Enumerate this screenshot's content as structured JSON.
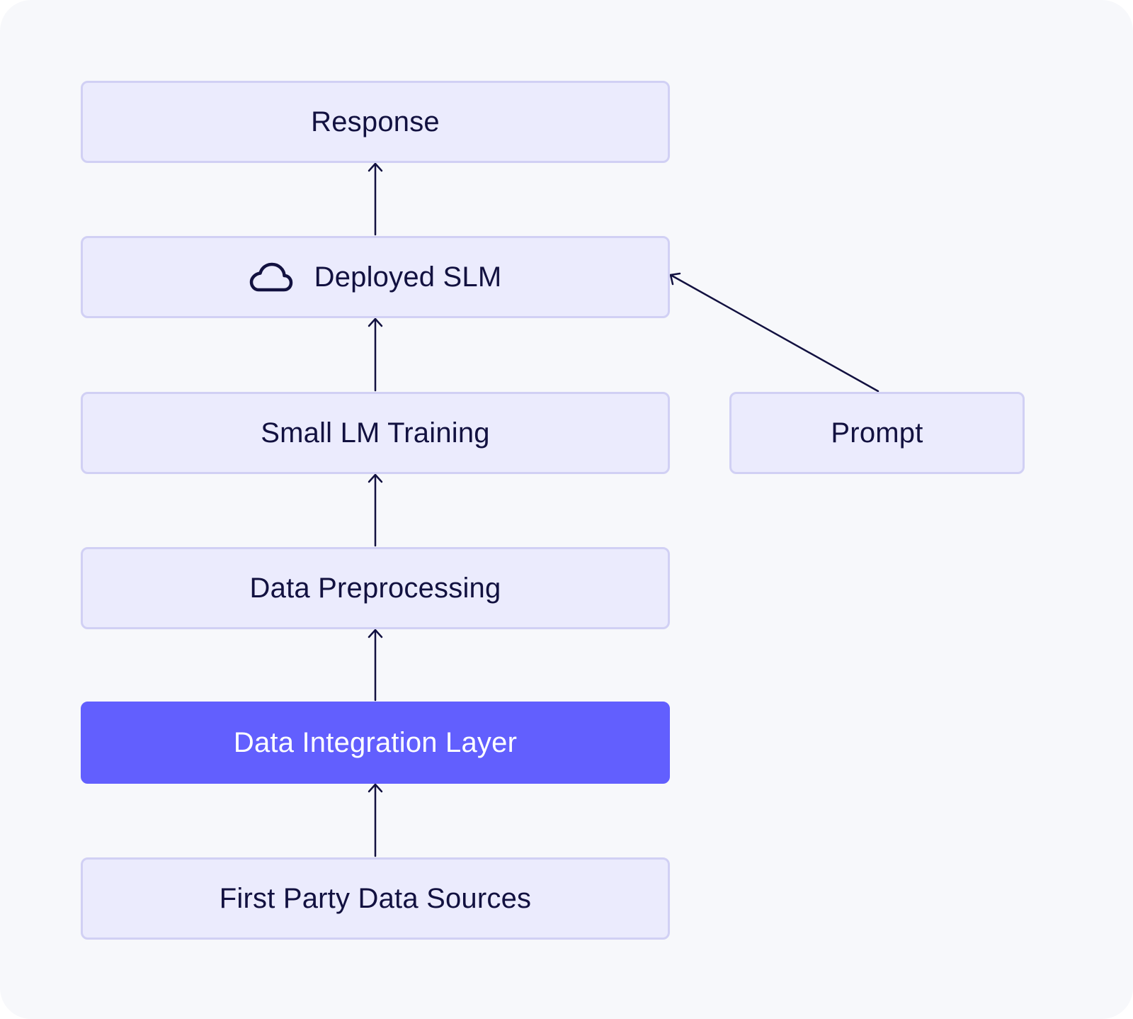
{
  "nodes": {
    "response": {
      "label": "Response"
    },
    "deployed_slm": {
      "label": "Deployed SLM",
      "icon": "cloud-icon"
    },
    "small_lm_training": {
      "label": "Small LM Training"
    },
    "prompt": {
      "label": "Prompt"
    },
    "data_preprocessing": {
      "label": "Data Preprocessing"
    },
    "data_integration_layer": {
      "label": "Data Integration Layer",
      "highlighted": true
    },
    "first_party_data_sources": {
      "label": "First Party Data Sources"
    }
  },
  "edges": [
    {
      "from": "first_party_data_sources",
      "to": "data_integration_layer"
    },
    {
      "from": "data_integration_layer",
      "to": "data_preprocessing"
    },
    {
      "from": "data_preprocessing",
      "to": "small_lm_training"
    },
    {
      "from": "small_lm_training",
      "to": "deployed_slm"
    },
    {
      "from": "prompt",
      "to": "deployed_slm"
    },
    {
      "from": "deployed_slm",
      "to": "response"
    }
  ],
  "colors": {
    "background": "#f7f8fb",
    "node_fill": "#ebebfd",
    "node_border": "#d1d0f4",
    "accent": "#625ffe",
    "text": "#121140",
    "arrow": "#121140"
  }
}
